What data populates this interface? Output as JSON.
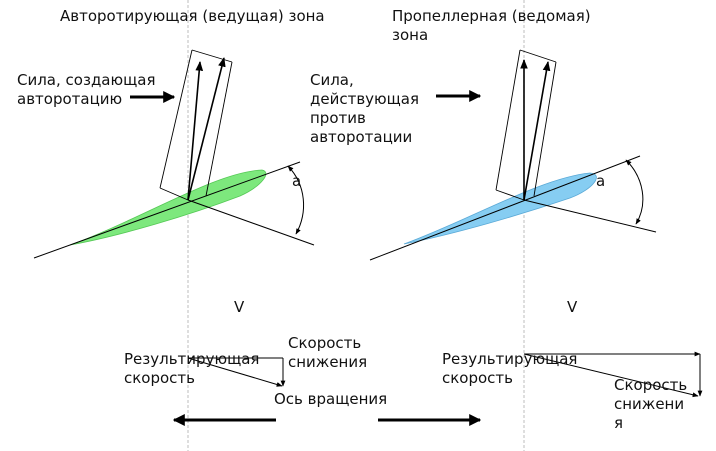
{
  "left": {
    "title": "Авторотирующая (ведущая) зона",
    "force_label": "Сила, создающая\nавторотацию",
    "angle_label": "a",
    "airfoil_color": "#7de87d"
  },
  "right": {
    "title": "Пропеллерная (ведомая)\nзона",
    "force_label": "Сила,\nдействующая\nпротив\nавторотации",
    "angle_label": "a",
    "airfoil_color": "#86cdf2"
  },
  "velocity_label_left": "V",
  "velocity_label_right": "V",
  "bottom": {
    "resultant_left": "Результирующая\nскорость",
    "descent_left": "Скорость\nснижения",
    "axis_label": "Ось вращения",
    "resultant_right": "Результирующая\nскорость",
    "descent_right": "Скорость\nснижени\nя"
  },
  "colors": {
    "axis_line": "#c8c8c8",
    "ink": "#000000"
  }
}
